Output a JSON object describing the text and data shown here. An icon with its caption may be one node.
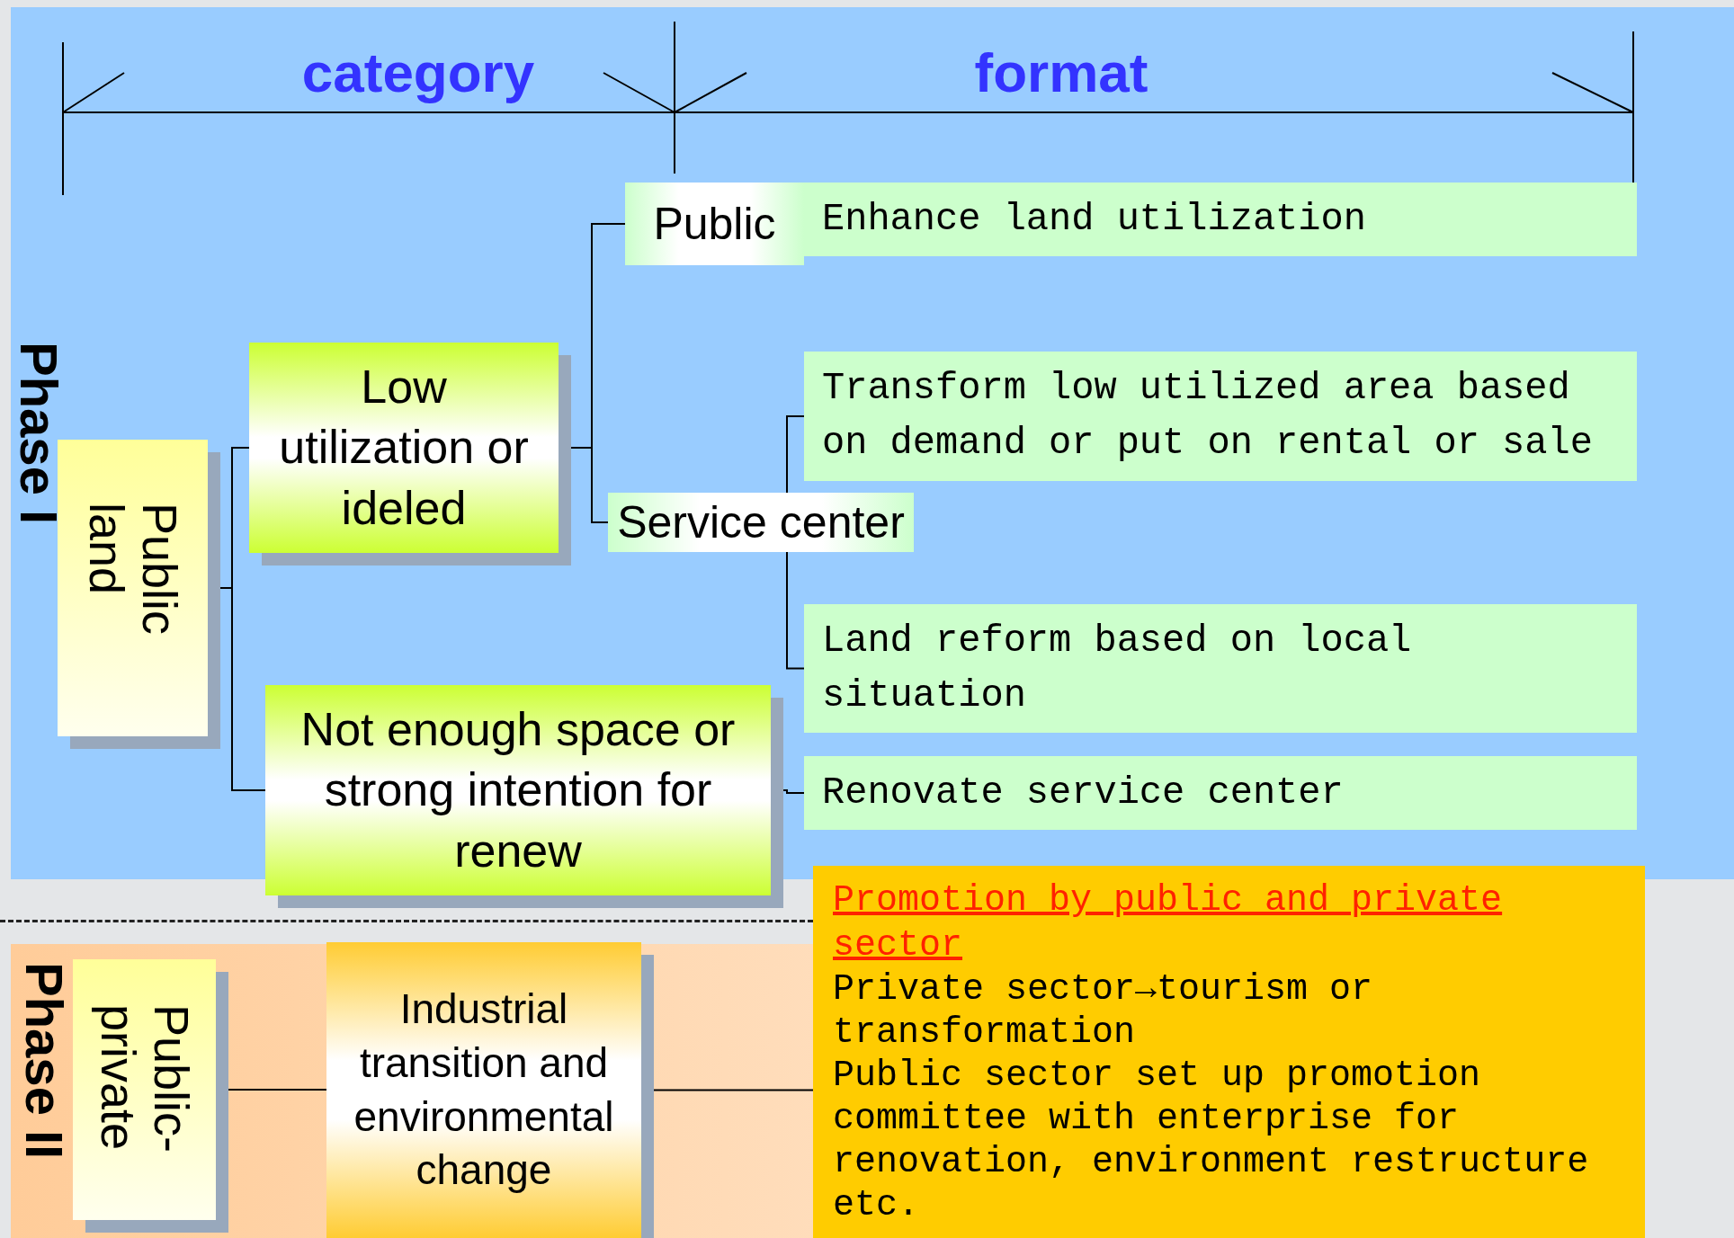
{
  "diagram": {
    "nodes": [
      {
        "text": [
          "Public land"
        ]
      },
      {
        "text": [
          "Low utilization or ideled"
        ]
      },
      {
        "text": [
          "Not enough space or strong intention for renew"
        ]
      },
      {
        "text": [
          "Public"
        ]
      },
      {
        "text": [
          "Service center"
        ]
      },
      {
        "text": [
          "Enhance land utilization"
        ]
      },
      {
        "text": [
          "Transform low utilized area based on demand or put on rental or sale"
        ]
      },
      {
        "text": [
          "Land reform based on local situation"
        ]
      },
      {
        "text": [
          "Renovate service center"
        ]
      },
      {
        "text": [
          "Public-private"
        ]
      },
      {
        "text": [
          "Industrial transition and environmental change"
        ]
      },
      {
        "text": [
          "Promotion by public and private sector",
          "Private sector→tourism or transformation",
          "Public sector set up promotion committee with enterprise for renovation, environment restructure etc."
        ]
      }
    ],
    "edges": [
      {
        "from": 0,
        "to": 1,
        "arrow": "none"
      },
      {
        "from": 0,
        "to": 2,
        "arrow": "none"
      },
      {
        "from": 1,
        "to": 3,
        "arrow": "none"
      },
      {
        "from": 1,
        "to": 4,
        "arrow": "none"
      },
      {
        "from": 4,
        "to": 6,
        "arrow": "none"
      },
      {
        "from": 4,
        "to": 7,
        "arrow": "none"
      },
      {
        "from": 2,
        "to": 8,
        "arrow": "none"
      },
      {
        "from": 9,
        "to": 10,
        "arrow": "none"
      },
      {
        "from": 10,
        "to": 11,
        "arrow": "none"
      }
    ],
    "labels": [
      "category",
      "format",
      "Phase I",
      "Phase II"
    ]
  }
}
